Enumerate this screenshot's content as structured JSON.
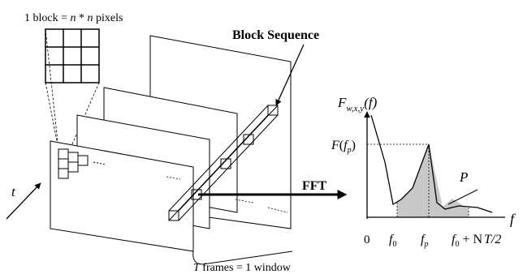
{
  "block_caption": {
    "prefix": "1 block = ",
    "n1": "n",
    "times": " * ",
    "n2": "n",
    "suffix": " pixels"
  },
  "block_sequence_label": "Block Sequence",
  "time_axis_label": "t",
  "fft_label": "FFT",
  "window_caption": {
    "T": "T",
    "rest": " frames = 1 window"
  },
  "spectrum": {
    "y_axis": {
      "F": "F",
      "sub": "w,x,y",
      "arg": "(f)"
    },
    "x_axis": "f",
    "peak_label": {
      "F": "F",
      "open": "(",
      "f": "f",
      "sub": "p",
      "close": ")"
    },
    "area_label": "P",
    "x_ticks": {
      "zero": "0",
      "f0": {
        "f": "f",
        "sub": "0"
      },
      "fp": {
        "f": "f",
        "sub": "p"
      },
      "f0N": {
        "f": "f",
        "sub": "0",
        "rest": " + N"
      },
      "T2": "T/2"
    }
  }
}
